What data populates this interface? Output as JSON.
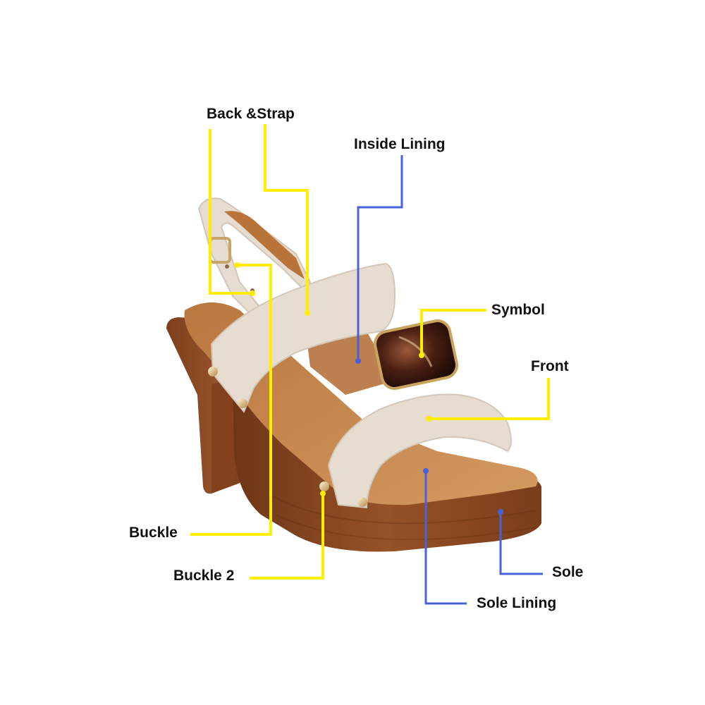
{
  "labels": {
    "back_strap": "Back &Strap",
    "inside_lining": "Inside Lining",
    "symbol": "Symbol",
    "front": "Front",
    "buckle": "Buckle",
    "buckle_2": "Buckle 2",
    "sole": "Sole",
    "sole_lining": "Sole Lining"
  },
  "colors": {
    "callout_yellow": "#ffee00",
    "callout_blue": "#4a62d8",
    "heel_wood": "#8a4a22",
    "footbed_tan": "#c98a4e",
    "strap_beige": "#e6ddd0",
    "gem_tortoise": "#4a1f12"
  }
}
